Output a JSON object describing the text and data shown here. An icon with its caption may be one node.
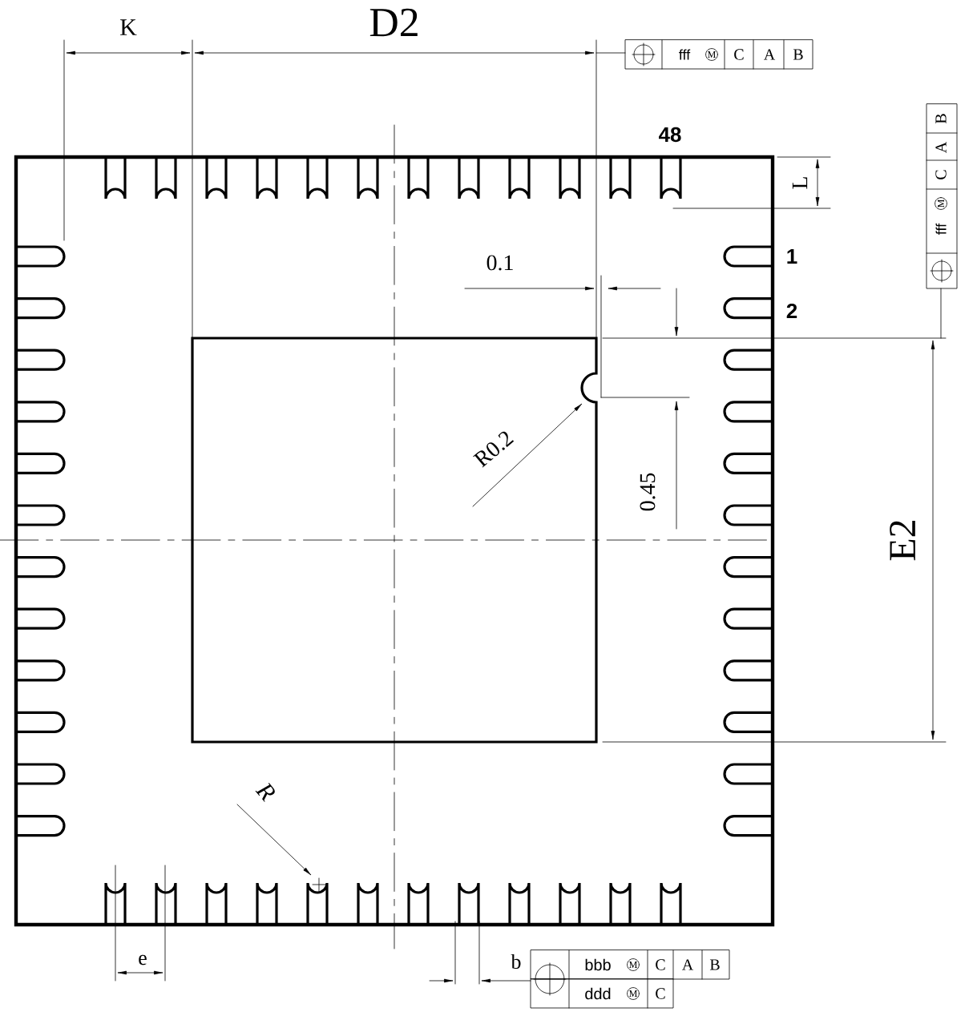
{
  "diagram": {
    "labels": [
      "K",
      "D2",
      "fff",
      "M",
      "C",
      "A",
      "B",
      "fff",
      "M",
      "C",
      "A",
      "B",
      "48",
      "L",
      "0.1",
      "1",
      "2",
      "R0.2",
      "0.45",
      "E2",
      "R",
      "e",
      "b",
      "bbb",
      "M",
      "C",
      "A",
      "B",
      "ddd",
      "M",
      "C"
    ]
  }
}
